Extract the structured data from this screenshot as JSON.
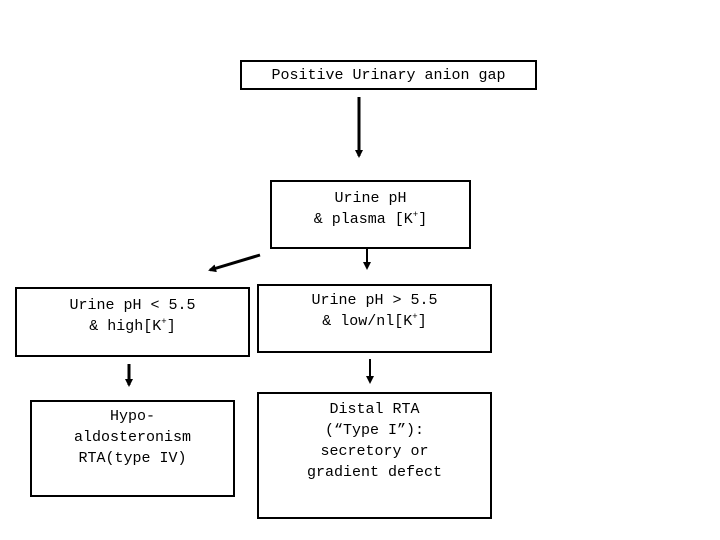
{
  "nodes": {
    "top": {
      "line1": "Positive Urinary anion gap"
    },
    "mid": {
      "line1": "Urine pH",
      "line2_pre": "& plasma [K",
      "line2_sup": "+",
      "line2_post": "]"
    },
    "left": {
      "line1": "Urine pH < 5.5",
      "line2_pre": "& high[K",
      "line2_sup": "+",
      "line2_post": "]"
    },
    "right": {
      "line1": "Urine pH > 5.5",
      "line2_pre": "& low/nl[K",
      "line2_sup": "+",
      "line2_post": "]"
    },
    "bottom_left": {
      "line1": "Hypo-",
      "line2": "aldosteronism",
      "line3": "RTA(type IV)"
    },
    "bottom_right": {
      "line1": "Distal RTA",
      "line2": "(“Type I”):",
      "line3": "secretory or",
      "line4": "gradient defect"
    }
  }
}
